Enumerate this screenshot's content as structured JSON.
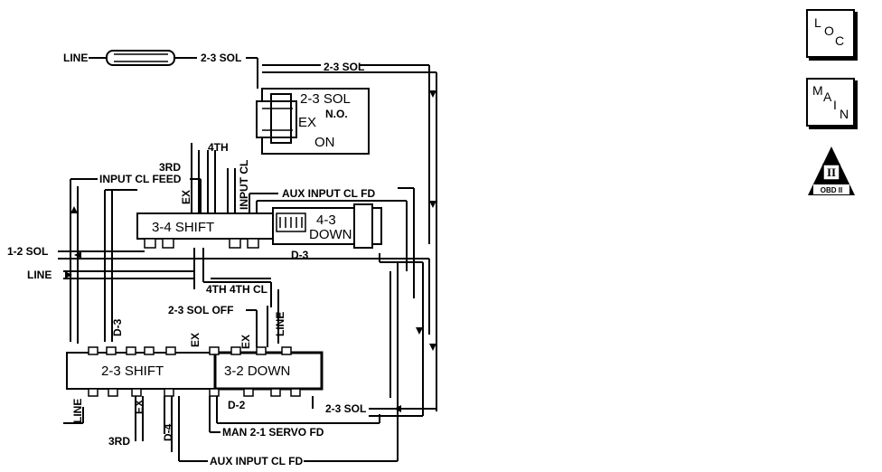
{
  "nav": {
    "loc": {
      "l1": "L",
      "l2": "O",
      "l3": "C"
    },
    "main": {
      "l1": "M",
      "l2": "A",
      "l3": "I",
      "l4": "N"
    },
    "obd": {
      "numeral": "II",
      "label": "OBD II"
    }
  },
  "labels": {
    "line_top": "LINE",
    "sol23_a": "2-3 SOL",
    "sol23_b": "2-3 SOL",
    "sol23_box_title": "2-3 SOL",
    "no": "N.O.",
    "ex_sol": "EX",
    "on": "ON",
    "fourth": "4TH",
    "third": "3RD",
    "input_cl_feed": "INPUT CL FEED",
    "ex_34": "EX",
    "input_cl": "INPUT CL",
    "aux_input_cl_fd_top": "AUX INPUT CL FD",
    "shift34": "3-4 SHIFT",
    "down43_a": "4-3",
    "down43_b": "DOWN",
    "d3_right": "D-3",
    "sol12": "1-2 SOL",
    "line_mid": "LINE",
    "fourth_cl": "4TH 4TH CL",
    "sol23_off": "2-3 SOL OFF",
    "line_v": "LINE",
    "d3_left": "D-3",
    "ex_23": "EX",
    "ex_32": "EX",
    "shift23": "2-3 SHIFT",
    "down32": "3-2 DOWN",
    "line_bottom": "LINE",
    "ex_bottom": "EX",
    "d2": "D-2",
    "sol23_c": "2-3 SOL",
    "d4": "D-4",
    "man21": "MAN 2-1 SERVO FD",
    "third_bottom": "3RD",
    "aux_input_cl_fd_bottom": "AUX INPUT CL FD"
  }
}
